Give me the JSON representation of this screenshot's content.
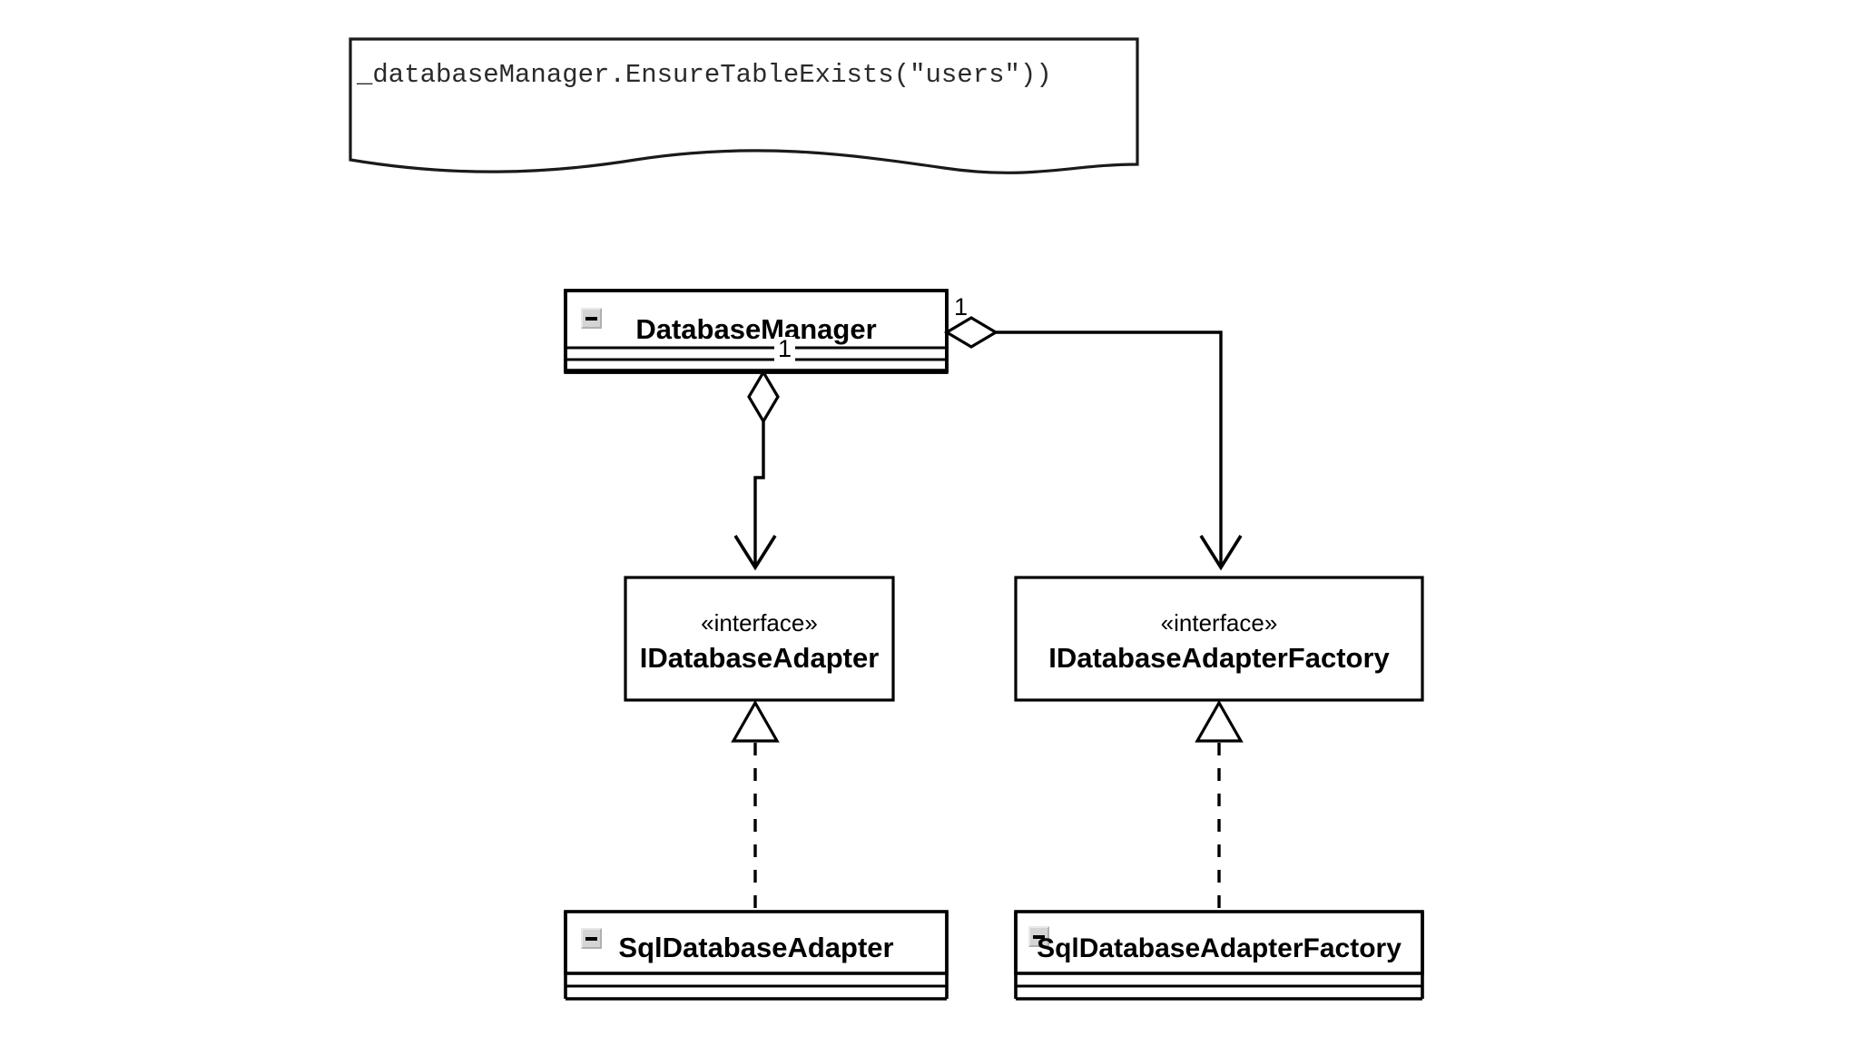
{
  "diagram": {
    "type": "uml-class-diagram",
    "background_color": "#ffffff",
    "line_color": "#000000",
    "note": {
      "text": "_databaseManager.EnsureTableExists(\"users\"))",
      "shape": "note-with-wavy-bottom"
    },
    "classes": [
      {
        "id": "database-manager",
        "name": "DatabaseManager",
        "stereotype": "",
        "collapse_icon": "minus-icon",
        "compartments": 2,
        "kind": "class"
      },
      {
        "id": "idatabase-adapter",
        "name": "IDatabaseAdapter",
        "stereotype": "«interface»",
        "collapse_icon": "",
        "compartments": 0,
        "kind": "interface"
      },
      {
        "id": "idatabase-adapter-factory",
        "name": "IDatabaseAdapterFactory",
        "stereotype": "«interface»",
        "collapse_icon": "",
        "compartments": 0,
        "kind": "interface"
      },
      {
        "id": "sql-database-adapter",
        "name": "SqlDatabaseAdapter",
        "stereotype": "",
        "collapse_icon": "minus-icon",
        "compartments": 2,
        "kind": "class"
      },
      {
        "id": "sql-database-adapter-factory",
        "name": "SqlDatabaseAdapterFactory",
        "stereotype": "",
        "collapse_icon": "minus-icon",
        "compartments": 2,
        "kind": "class"
      }
    ],
    "relationships": [
      {
        "id": "agg-manager-adapter",
        "type": "aggregation",
        "from": "database-manager",
        "to": "idatabase-adapter",
        "source_multiplicity": "1",
        "diamond": "hollow",
        "arrowhead": "open"
      },
      {
        "id": "agg-manager-factory",
        "type": "aggregation",
        "from": "database-manager",
        "to": "idatabase-adapter-factory",
        "source_multiplicity": "1",
        "diamond": "hollow",
        "arrowhead": "open"
      },
      {
        "id": "real-sqladapter-iadapter",
        "type": "realization",
        "from": "sql-database-adapter",
        "to": "idatabase-adapter",
        "source_multiplicity": "",
        "diamond": "",
        "arrowhead": "hollow-triangle"
      },
      {
        "id": "real-sqlfactory-ifactory",
        "type": "realization",
        "from": "sql-database-adapter-factory",
        "to": "idatabase-adapter-factory",
        "source_multiplicity": "",
        "diamond": "",
        "arrowhead": "hollow-triangle"
      }
    ],
    "multiplicity_labels": {
      "manager_right": "1",
      "manager_bottom": "1"
    }
  }
}
